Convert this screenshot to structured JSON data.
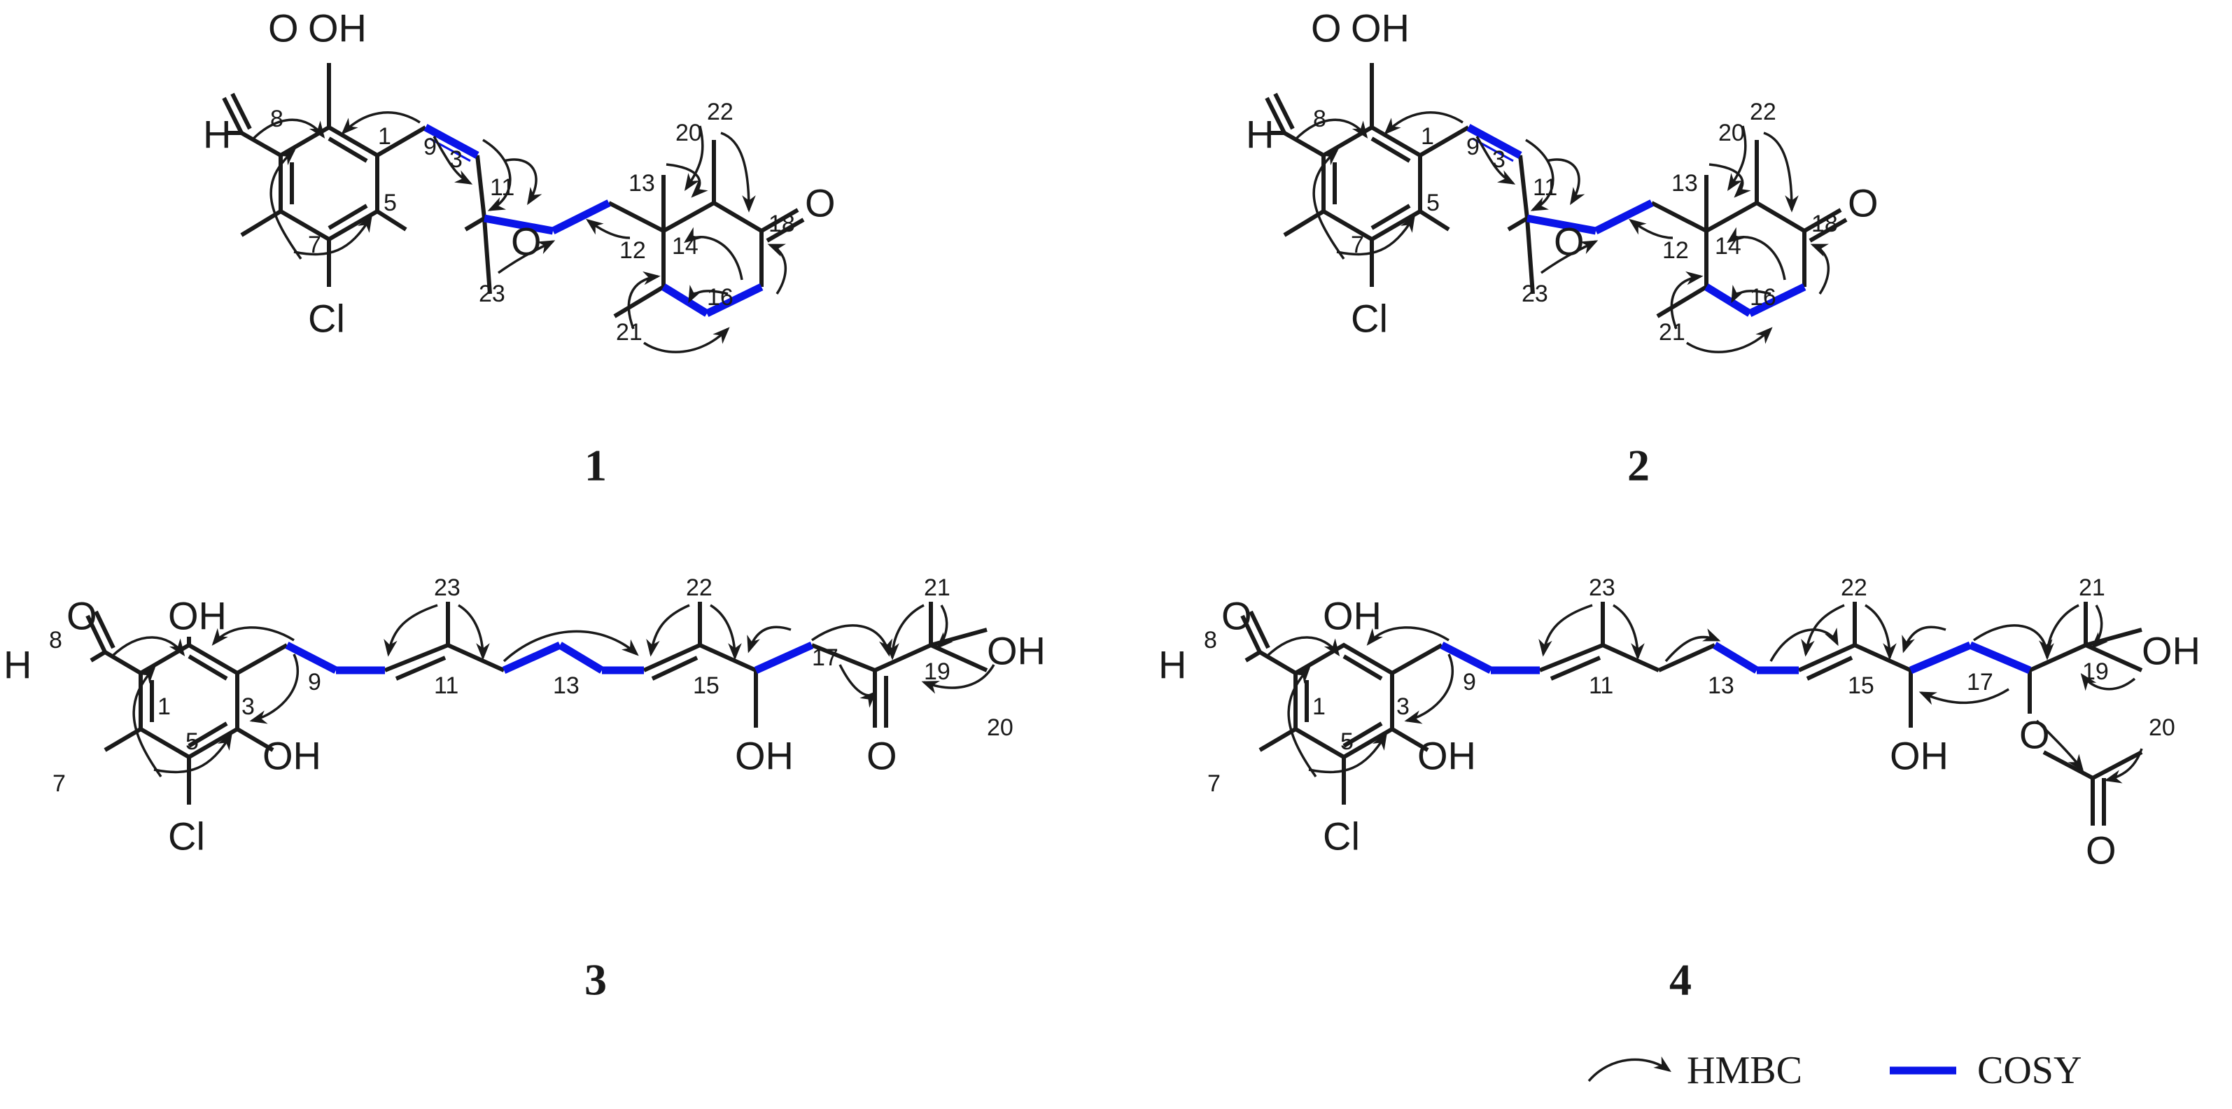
{
  "compounds": [
    {
      "id": "1",
      "atoms": {
        "O_ald": "O",
        "H_ald": "H",
        "OH": "OH",
        "O_ring": "O",
        "Cl": "Cl",
        "O_ket": "O"
      },
      "positions": {
        "c1": "1",
        "c3": "3",
        "c5": "5",
        "c7": "7",
        "c8": "8",
        "c9": "9",
        "c11": "11",
        "c12": "12",
        "c13": "13",
        "c14": "14",
        "c16": "16",
        "c18": "18",
        "c20": "20",
        "c21": "21",
        "c22": "22",
        "c23": "23"
      }
    },
    {
      "id": "2",
      "atoms": {
        "O_ald": "O",
        "H_ald": "H",
        "OH": "OH",
        "O_ring": "O",
        "Cl": "Cl",
        "O_ket": "O"
      },
      "positions": {
        "c1": "1",
        "c3": "3",
        "c5": "5",
        "c7": "7",
        "c8": "8",
        "c9": "9",
        "c11": "11",
        "c12": "12",
        "c13": "13",
        "c14": "14",
        "c16": "16",
        "c18": "18",
        "c20": "20",
        "c21": "21",
        "c22": "22",
        "c23": "23"
      }
    },
    {
      "id": "3",
      "atoms": {
        "O_ald": "O",
        "H_ald": "H",
        "OH_top": "OH",
        "OH_ring": "OH",
        "Cl": "Cl",
        "OH_c16": "OH",
        "O_ket": "O",
        "OH_c19": "OH"
      },
      "positions": {
        "c1": "1",
        "c3": "3",
        "c5": "5",
        "c7": "7",
        "c8": "8",
        "c9": "9",
        "c11": "11",
        "c13": "13",
        "c15": "15",
        "c17": "17",
        "c19": "19",
        "c20": "20",
        "c21": "21",
        "c22": "22",
        "c23": "23"
      }
    },
    {
      "id": "4",
      "atoms": {
        "O_ald": "O",
        "H_ald": "H",
        "OH_top": "OH",
        "OH_ring": "OH",
        "Cl": "Cl",
        "OH_c16": "OH",
        "O_ester": "O",
        "O_carbonyl": "O",
        "OH_c19": "OH"
      },
      "positions": {
        "c1": "1",
        "c3": "3",
        "c5": "5",
        "c7": "7",
        "c8": "8",
        "c9": "9",
        "c11": "11",
        "c13": "13",
        "c15": "15",
        "c17": "17",
        "c19": "19",
        "c20": "20",
        "c21": "21",
        "c22": "22",
        "c23": "23"
      }
    }
  ],
  "legend": {
    "hmbc_label": "HMBC",
    "cosy_label": "COSY"
  },
  "colors": {
    "cosy": "#0a14e8",
    "bond": "#1a1a1a",
    "background": "#ffffff"
  }
}
